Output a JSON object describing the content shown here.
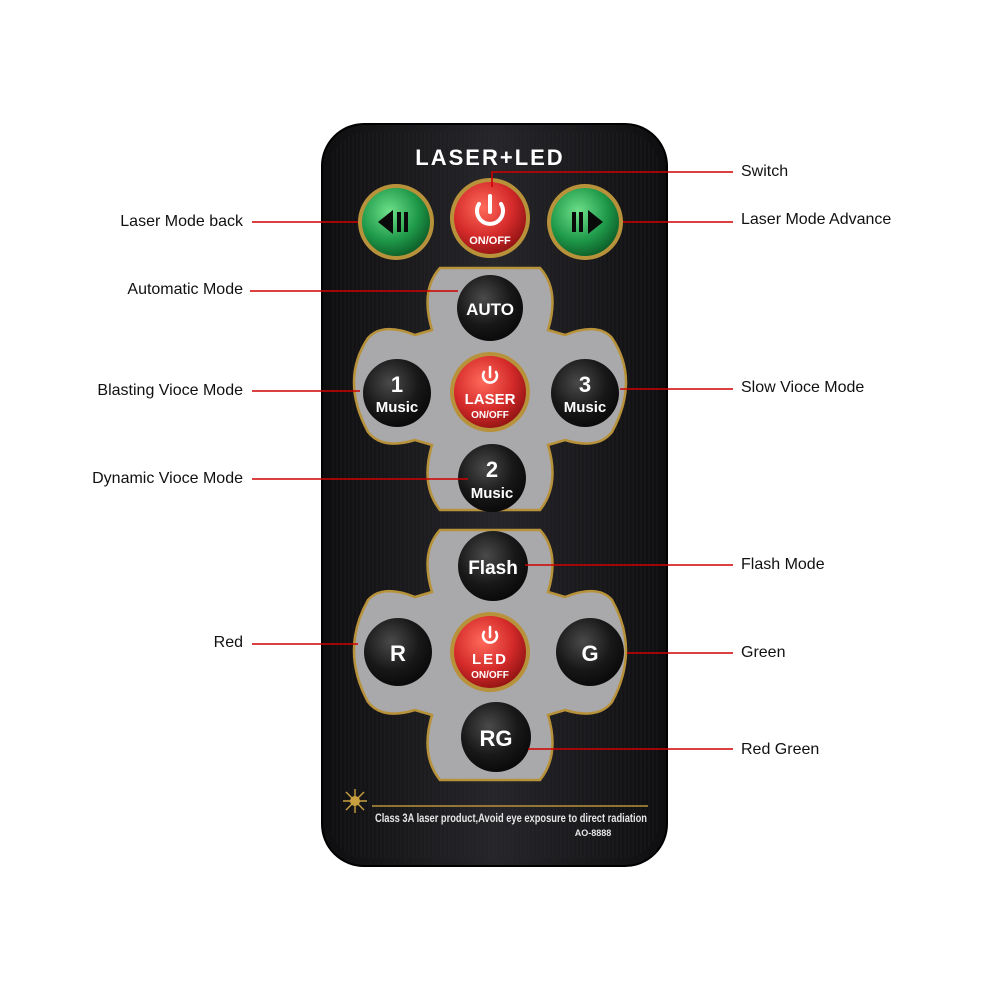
{
  "remote": {
    "brand": "LASER+LED",
    "footer_text": "Class 3A laser product,Avoid eye exposure to direct radiation",
    "model": "AO-8888",
    "colors": {
      "body": "#1a1a1c",
      "pad": "#a9a9ab",
      "pad_outline": "#b8923a",
      "red_button": "#d42a2a",
      "green_button": "#1f9a4a",
      "black_button": "#141414",
      "callout_line": "#d10000"
    },
    "buttons": {
      "mode_back": {
        "icon": "play-back-icon"
      },
      "power": {
        "line1": "ON/OFF",
        "icon": "power-icon"
      },
      "mode_advance": {
        "icon": "play-forward-icon"
      },
      "auto": {
        "line1": "AUTO"
      },
      "music1": {
        "line1": "1",
        "line2": "Music"
      },
      "laser": {
        "line1": "LASER",
        "line2": "ON/OFF",
        "icon": "power-icon"
      },
      "music3": {
        "line1": "3",
        "line2": "Music"
      },
      "music2": {
        "line1": "2",
        "line2": "Music"
      },
      "flash": {
        "line1": "Flash"
      },
      "r": {
        "line1": "R"
      },
      "led": {
        "line1": "LED",
        "line2": "ON/OFF",
        "icon": "power-icon"
      },
      "g": {
        "line1": "G"
      },
      "rg": {
        "line1": "RG"
      }
    }
  },
  "labels": {
    "switch": "Switch",
    "laser_mode_back": "Laser Mode back",
    "laser_mode_advance": "Laser Mode Advance",
    "automatic_mode": "Automatic Mode",
    "blasting_vioce_mode": "Blasting Vioce Mode",
    "slow_vioce_mode": "Slow Vioce Mode",
    "dynamic_vioce_mode": "Dynamic Vioce Mode",
    "flash_mode": "Flash Mode",
    "red": "Red",
    "green": "Green",
    "red_green": "Red Green"
  }
}
